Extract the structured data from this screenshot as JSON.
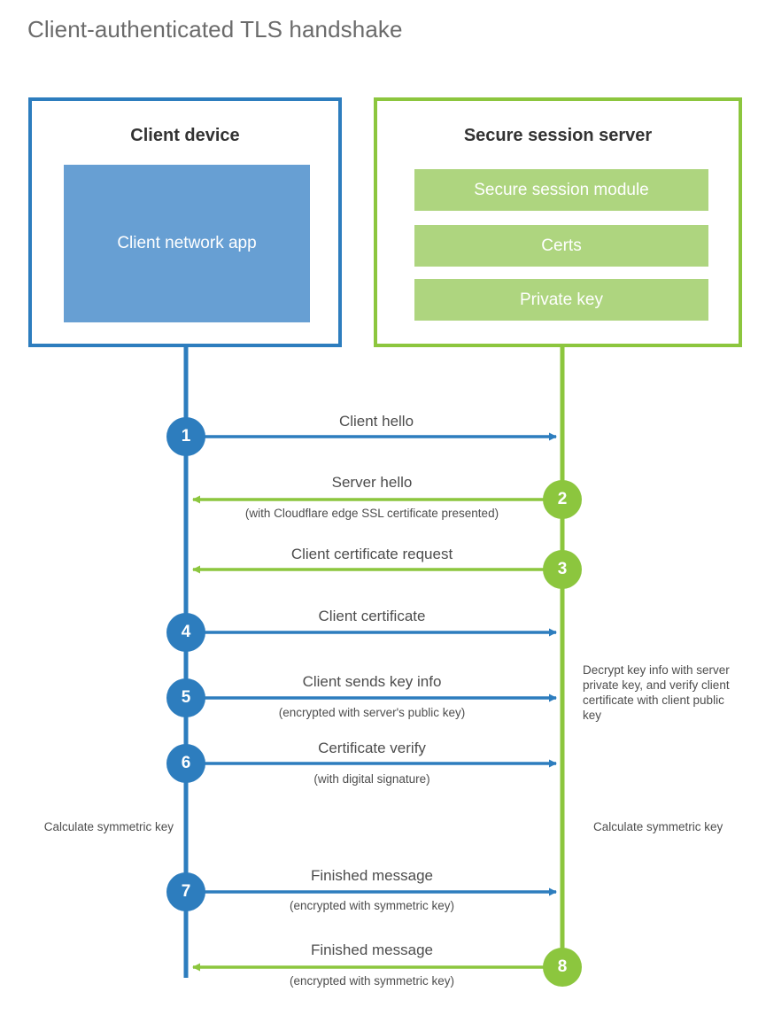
{
  "title": "Client-authenticated TLS handshake",
  "colors": {
    "blue_line": "#2d7dbe",
    "green_line": "#8cc63e",
    "client_app_fill": "#679fd3",
    "server_bar_fill": "#aed57f",
    "text": "#4d4d4d",
    "title_text": "#6b6b6b"
  },
  "client": {
    "title": "Client device",
    "app_label": "Client network app"
  },
  "server": {
    "title": "Secure session server",
    "bars": [
      "Secure session module",
      "Certs",
      "Private key"
    ]
  },
  "notes": {
    "client_calculate": "Calculate symmetric key",
    "server_calculate": "Calculate symmetric key",
    "server_decrypt": "Decrypt key info with server private key, and verify client certificate with client public key"
  },
  "steps": [
    {
      "number": "1",
      "label": "Client hello",
      "sublabel": "",
      "direction": "client-to-server",
      "color": "blue"
    },
    {
      "number": "2",
      "label": "Server hello",
      "sublabel": "(with Cloudflare edge SSL certificate presented)",
      "direction": "server-to-client",
      "color": "green"
    },
    {
      "number": "3",
      "label": "Client certificate request",
      "sublabel": "",
      "direction": "server-to-client",
      "color": "green"
    },
    {
      "number": "4",
      "label": "Client certificate",
      "sublabel": "",
      "direction": "client-to-server",
      "color": "blue"
    },
    {
      "number": "5",
      "label": "Client sends key info",
      "sublabel": "(encrypted with server's public key)",
      "direction": "client-to-server",
      "color": "blue"
    },
    {
      "number": "6",
      "label": "Certificate verify",
      "sublabel": "(with digital signature)",
      "direction": "client-to-server",
      "color": "blue"
    },
    {
      "number": "7",
      "label": "Finished message",
      "sublabel": "(encrypted with symmetric key)",
      "direction": "client-to-server",
      "color": "blue"
    },
    {
      "number": "8",
      "label": "Finished message",
      "sublabel": "(encrypted with symmetric key)",
      "direction": "server-to-client",
      "color": "green"
    }
  ]
}
